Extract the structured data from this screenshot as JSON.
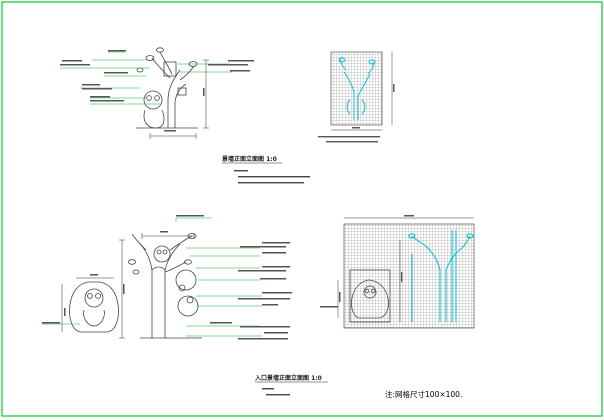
{
  "sheet": {
    "frame_color": "#00cc33",
    "line_color": "#333333",
    "leader_color": "#00b33c",
    "grid_color": "#808080",
    "accent_green": "#00c853",
    "accent_cyan": "#00bcd4"
  },
  "views": {
    "top_title": "景墙正面立面图 1:0",
    "bottom_title": "入口景墙正面立面图 1:0",
    "bottom_note": "注:网格尺寸100×100."
  }
}
